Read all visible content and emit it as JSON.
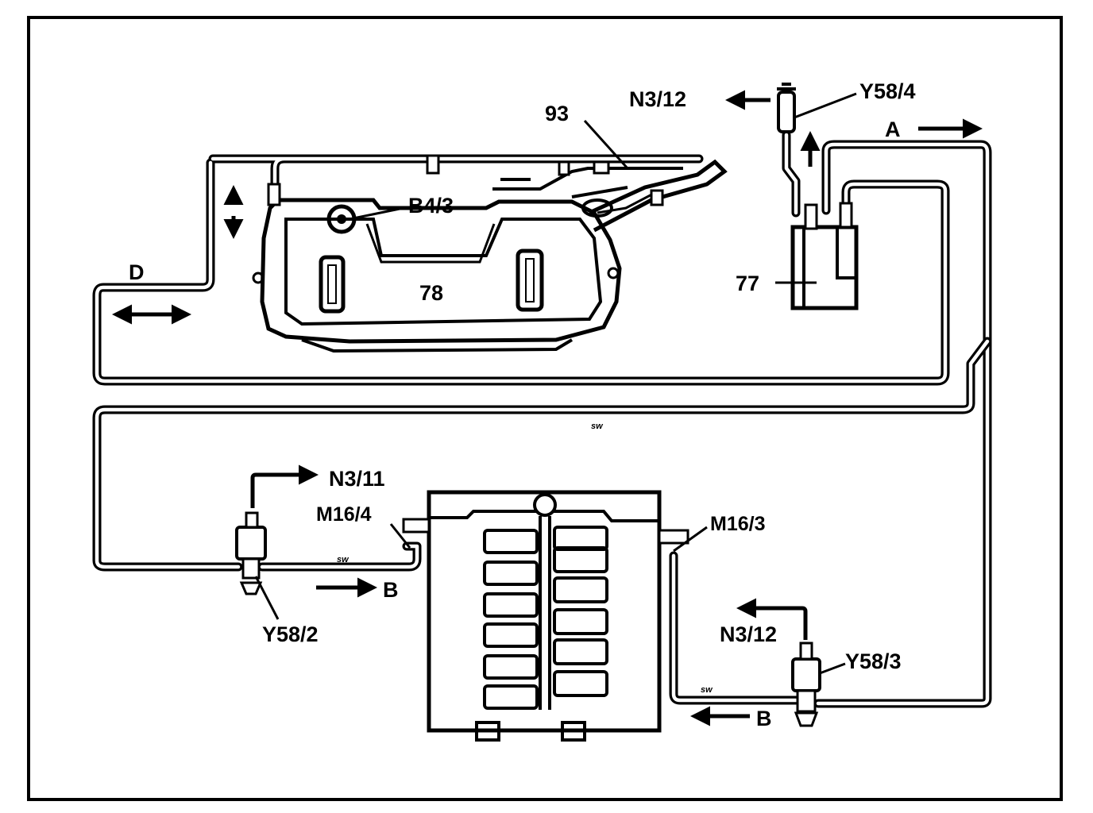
{
  "labels": {
    "n3_12_top": "N3/12",
    "y58_4": "Y58/4",
    "num_93": "93",
    "arrow_a": "A",
    "b4_3": "B4/3",
    "num_78": "78",
    "num_77": "77",
    "arrow_d": "D",
    "sw_mid": "sw",
    "n3_11": "N3/11",
    "m16_4": "M16/4",
    "m16_3": "M16/3",
    "sw_left": "sw",
    "arrow_b_left": "B",
    "y58_2": "Y58/2",
    "n3_12_bottom": "N3/12",
    "y58_3": "Y58/3",
    "sw_right": "sw",
    "arrow_b_right": "B"
  },
  "colors": {
    "ink": "#000000",
    "paper": "#ffffff"
  }
}
